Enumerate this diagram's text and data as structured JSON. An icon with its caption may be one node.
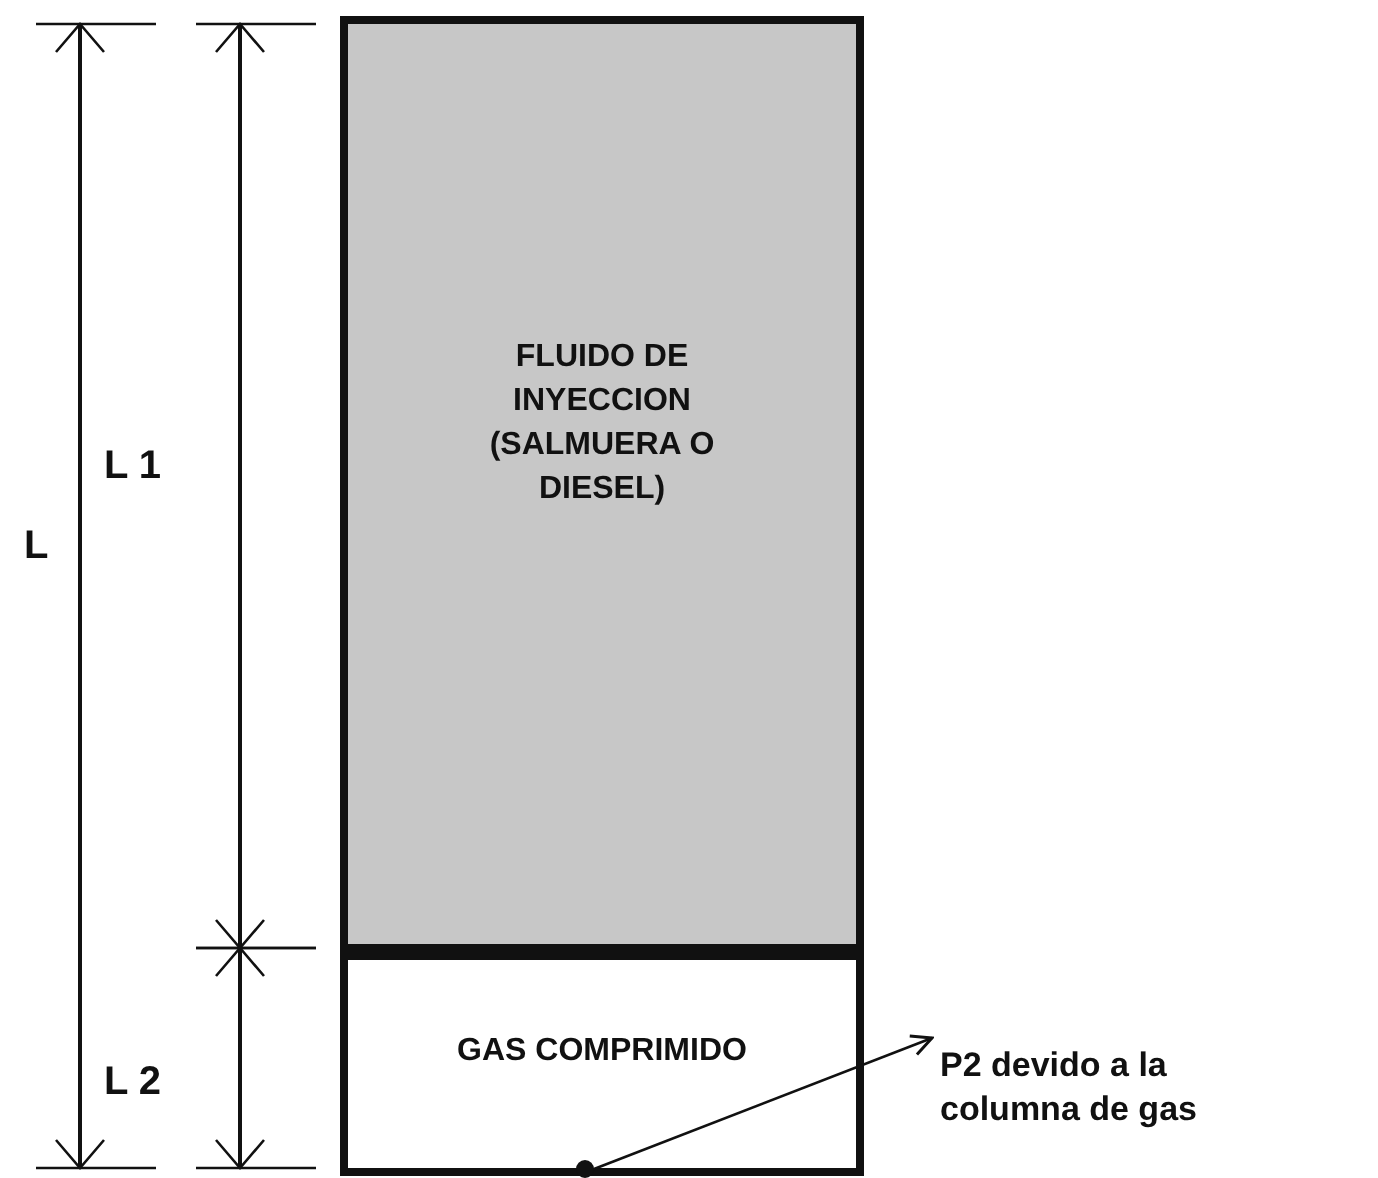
{
  "diagram": {
    "nodes": [
      {
        "text": [
          "FLUIDO DE INYECCION (SALMUERA O DIESEL)"
        ]
      },
      {
        "text": [
          "GAS COMPRIMIDO"
        ]
      },
      {
        "text": [],
        "shape": "circle",
        "in": 1
      },
      {
        "text": [
          "P2 devido a la columna de gas"
        ]
      }
    ],
    "edges": [
      {
        "from": 2,
        "to": 3,
        "arrow": "to"
      }
    ],
    "labels": [
      "L",
      "L 1",
      "L 2"
    ]
  }
}
